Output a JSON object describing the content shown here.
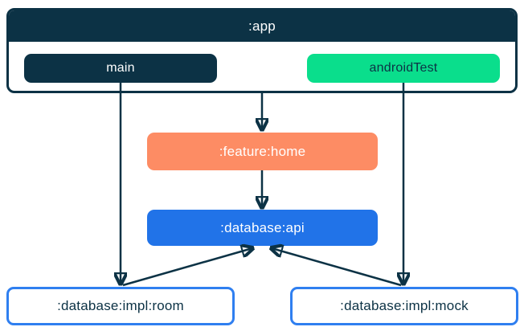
{
  "colors": {
    "navy": "#0C3245",
    "green": "#0ADE8C",
    "salmon": "#FD8C64",
    "blue": "#2173E8",
    "outline_blue": "#2F7FF0",
    "background": "#FFFFFF"
  },
  "app_container": {
    "title": ":app",
    "source_sets": [
      {
        "label": "main",
        "fill": "#0C3245",
        "text_color": "#FFFFFF"
      },
      {
        "label": "androidTest",
        "fill": "#0ADE8C",
        "text_color": "#0C3245"
      }
    ]
  },
  "modules": [
    {
      "label": ":feature:home",
      "fill": "#FD8C64",
      "text_color": "#FFFFFF"
    },
    {
      "label": ":database:api",
      "fill": "#2173E8",
      "text_color": "#FFFFFF"
    },
    {
      "label": ":database:impl:room",
      "fill": "#FFFFFF",
      "border": "#2F7FF0",
      "text_color": "#0C3245"
    },
    {
      "label": ":database:impl:mock",
      "fill": "#FFFFFF",
      "border": "#2F7FF0",
      "text_color": "#0C3245"
    }
  ],
  "edges": [
    {
      "from": "main",
      "to": ":database:impl:room"
    },
    {
      "from": ":app",
      "to": ":feature:home"
    },
    {
      "from": "androidTest",
      "to": ":database:impl:mock"
    },
    {
      "from": ":feature:home",
      "to": ":database:api"
    },
    {
      "from": ":database:impl:room",
      "to": ":database:api"
    },
    {
      "from": ":database:impl:mock",
      "to": ":database:api"
    }
  ]
}
